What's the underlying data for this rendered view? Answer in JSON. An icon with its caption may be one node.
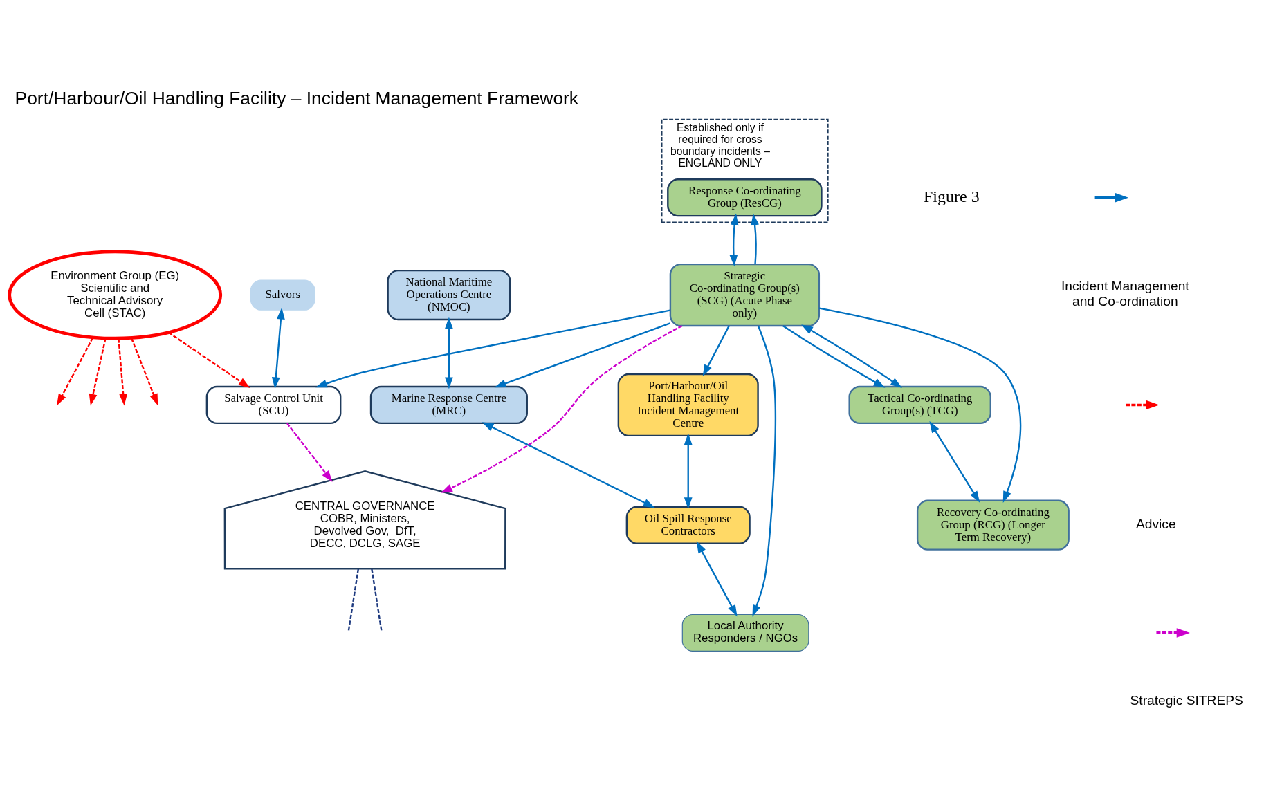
{
  "diagram": {
    "title": "Port/Harbour/Oil Handling Facility – Incident Management Framework",
    "nodes": [
      {
        "text": [
          "CENTRAL GOVERNANCE",
          "COBR, Ministers, Devolved Gov,  DfT, DECC, DCLG, SAGE"
        ]
      },
      {
        "text": [
          "Environment Group (EG)",
          "Scientific and Technical Advisory Cell (STAC)"
        ]
      },
      {
        "text": [
          "Salvors"
        ]
      },
      {
        "text": [
          "Salvage Control Unit (SCU)"
        ]
      },
      {
        "text": [
          "National Maritime Operations Centre (NMOC)"
        ]
      },
      {
        "text": [
          "Marine Response Centre (MRC)"
        ]
      },
      {
        "text": [
          "Port/Harbour/Oil Handling Facility Incident Management Centre"
        ]
      },
      {
        "text": [
          "Oil Spill Response Contractors"
        ]
      },
      {
        "text": [
          "Local Authority Responders / NGOs"
        ]
      },
      {
        "text": [
          "Established only if required for cross boundary incidents – ENGLAND ONLY"
        ]
      },
      {
        "text": [
          "Response Co-ordinating Group (ResCG)"
        ],
        "in": 9
      },
      {
        "text": [
          "Strategic Co-ordinating Group(s) (SCG) (Acute Phase only)"
        ]
      },
      {
        "text": [
          "Tactical Co-ordinating Group(s) (TCG)"
        ]
      },
      {
        "text": [
          "Recovery Co-ordinating Group (RCG) (Longer Term Recovery)"
        ]
      }
    ],
    "edges": [
      {
        "from": 2,
        "to": 3,
        "arrow": "both"
      },
      {
        "from": 4,
        "to": 5,
        "arrow": "both"
      },
      {
        "from": 5,
        "to": 7,
        "arrow": "both"
      },
      {
        "from": 6,
        "to": 7,
        "arrow": "both"
      },
      {
        "from": 7,
        "to": 8,
        "arrow": "both"
      },
      {
        "from": 11,
        "to": 5,
        "arrow": "to"
      },
      {
        "from": 11,
        "to": 3,
        "arrow": "to"
      },
      {
        "from": 11,
        "to": 6,
        "arrow": "to"
      },
      {
        "from": 11,
        "to": 8,
        "arrow": "to"
      },
      {
        "from": 11,
        "to": 10,
        "arrow": "to"
      },
      {
        "from": 11,
        "to": 12,
        "arrow": "to"
      },
      {
        "from": 11,
        "to": 13,
        "arrow": "to"
      },
      {
        "from": 10,
        "to": 11,
        "arrow": "both"
      },
      {
        "from": 11,
        "to": 12,
        "arrow": "both"
      },
      {
        "from": 12,
        "to": 13,
        "arrow": "both"
      },
      {
        "from": 1,
        "to": 3,
        "arrow": "to",
        "style": "dashed",
        "color": "#ff0000"
      },
      {
        "from": 1,
        "to": null,
        "arrow": "to",
        "style": "dashed",
        "color": "#ff0000"
      },
      {
        "from": 1,
        "to": null,
        "arrow": "to",
        "style": "dashed",
        "color": "#ff0000"
      },
      {
        "from": 1,
        "to": null,
        "arrow": "to",
        "style": "dashed",
        "color": "#ff0000"
      },
      {
        "from": 1,
        "to": null,
        "arrow": "to",
        "style": "dashed",
        "color": "#ff0000"
      },
      {
        "from": 3,
        "to": 0,
        "arrow": "to",
        "style": "dashed",
        "color": "#cc00cc"
      },
      {
        "from": 11,
        "to": 0,
        "arrow": "to",
        "style": "dashed",
        "color": "#cc00cc"
      },
      {
        "from": 0,
        "to": null,
        "arrow": "none",
        "style": "dashed",
        "color": "#1f3b80"
      },
      {
        "from": 0,
        "to": null,
        "arrow": "none",
        "style": "dashed",
        "color": "#1f3b80"
      }
    ],
    "labels": [
      "Figure 3"
    ],
    "legend": [
      {
        "text": "Incident Management and Co-ordination"
      },
      {
        "text": "Advice"
      },
      {
        "text": "Strategic SITREPS"
      }
    ]
  }
}
